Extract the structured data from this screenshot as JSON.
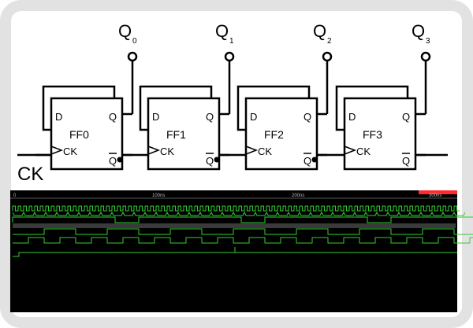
{
  "outputs": [
    {
      "letter": "Q",
      "sub": "0"
    },
    {
      "letter": "Q",
      "sub": "1"
    },
    {
      "letter": "Q",
      "sub": "2"
    },
    {
      "letter": "Q",
      "sub": "3"
    }
  ],
  "flipflops": [
    {
      "name": "FF0",
      "d_label": "D",
      "q_label": "Q",
      "ck_label": "CK",
      "qbar_label": "Q"
    },
    {
      "name": "FF1",
      "d_label": "D",
      "q_label": "Q",
      "ck_label": "CK",
      "qbar_label": "Q"
    },
    {
      "name": "FF2",
      "d_label": "D",
      "q_label": "Q",
      "ck_label": "CK",
      "qbar_label": "Q"
    },
    {
      "name": "FF3",
      "d_label": "D",
      "q_label": "Q",
      "ck_label": "CK",
      "qbar_label": "Q"
    }
  ],
  "clock_input_label": "CK",
  "waveform": {
    "time_labels": [
      "0",
      "100ns",
      "200ns",
      "300ns"
    ],
    "colors": {
      "background": "#000000",
      "trace": "#33cc33",
      "marker": "#ff2a2a",
      "frame": "#e2e2e2"
    }
  }
}
